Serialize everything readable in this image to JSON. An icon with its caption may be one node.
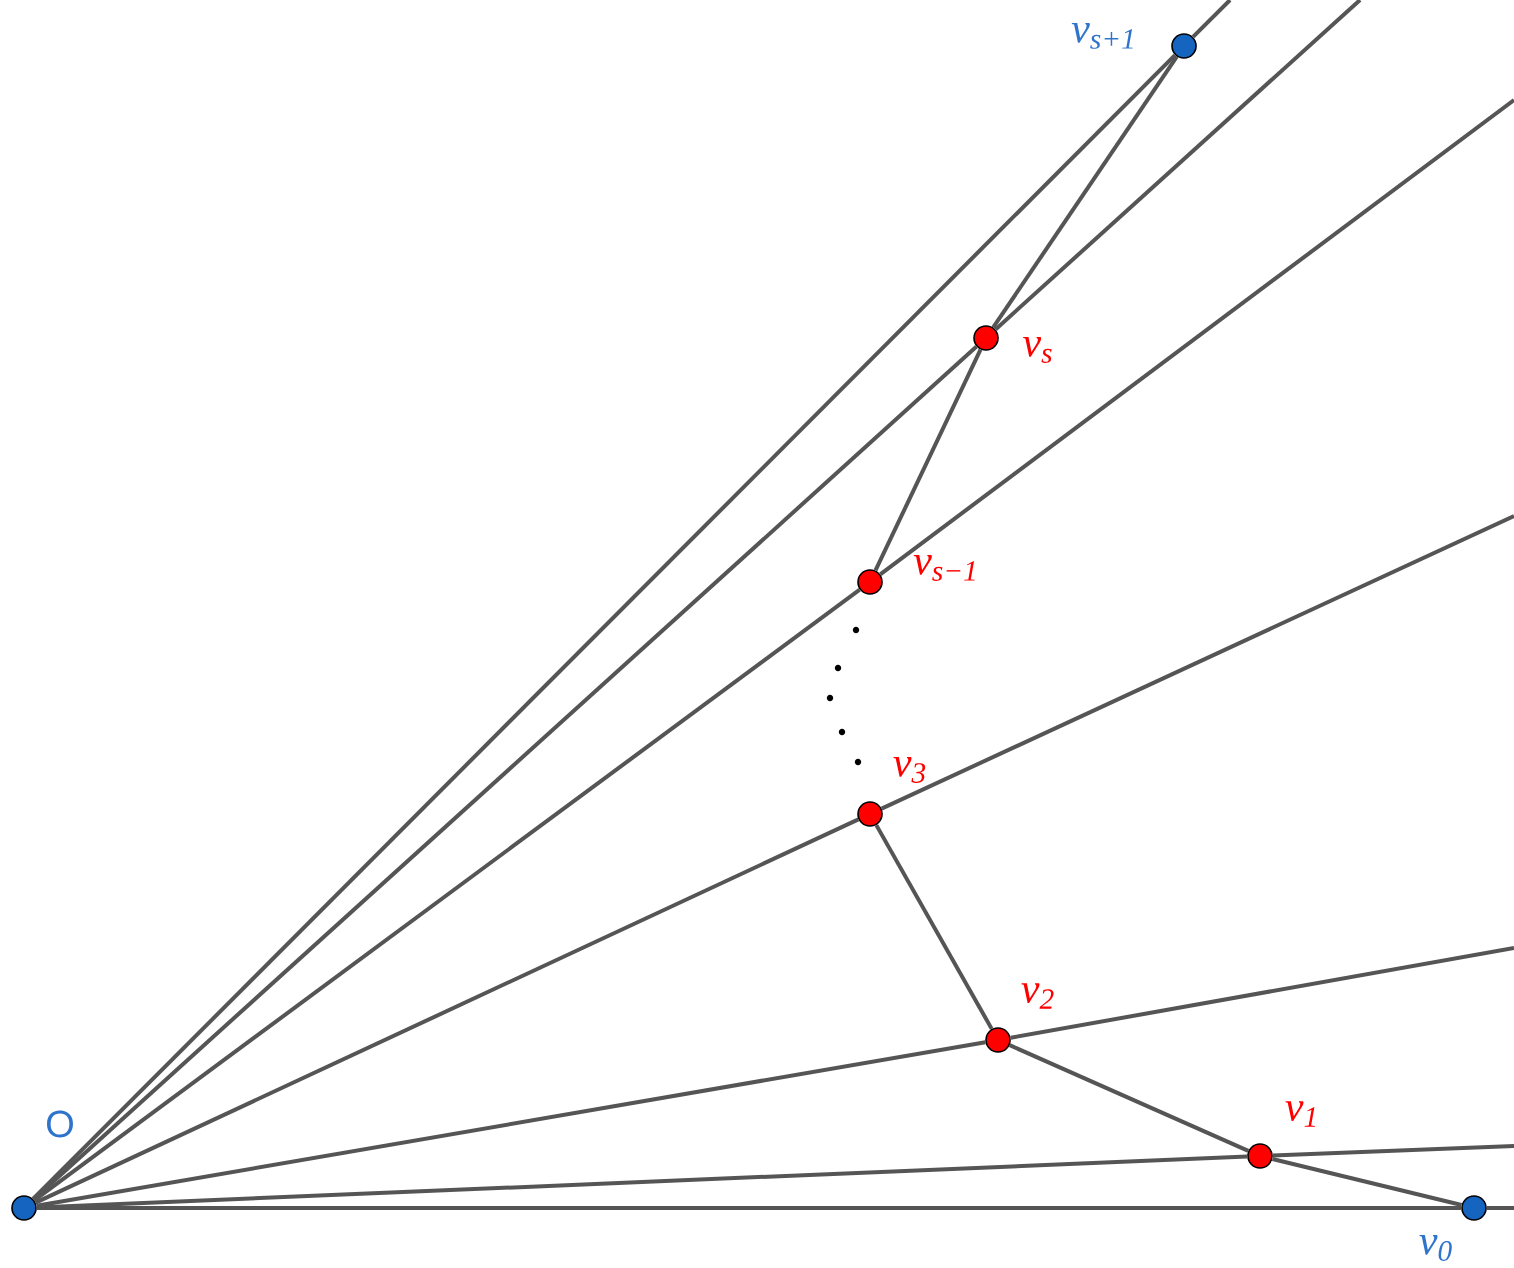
{
  "diagram": {
    "nodes": [
      {
        "text": [
          "O"
        ]
      },
      {
        "text": [
          "v$_{0}$"
        ]
      },
      {
        "text": [
          "v$_{1}$"
        ]
      },
      {
        "text": [
          "v$_{2}$"
        ]
      },
      {
        "text": [
          "v$_{3}$"
        ]
      },
      {
        "text": [
          "v$_{s−1}$"
        ]
      },
      {
        "text": [
          "v$_{s}$"
        ]
      },
      {
        "text": [
          "v$_{s+1}$"
        ]
      }
    ],
    "edges": [
      {
        "from": 0,
        "to": 1,
        "arrow": "none"
      },
      {
        "from": 0,
        "to": 2,
        "arrow": "none"
      },
      {
        "from": 0,
        "to": 3,
        "arrow": "none"
      },
      {
        "from": 0,
        "to": 4,
        "arrow": "none"
      },
      {
        "from": 0,
        "to": 5,
        "arrow": "none"
      },
      {
        "from": 0,
        "to": 6,
        "arrow": "none"
      },
      {
        "from": 0,
        "to": 7,
        "arrow": "none"
      },
      {
        "from": 1,
        "to": 2,
        "arrow": "none"
      },
      {
        "from": 2,
        "to": 3,
        "arrow": "none"
      },
      {
        "from": 3,
        "to": 4,
        "arrow": "none"
      },
      {
        "from": 5,
        "to": 6,
        "arrow": "none"
      },
      {
        "from": 6,
        "to": 7,
        "arrow": "none"
      }
    ]
  }
}
